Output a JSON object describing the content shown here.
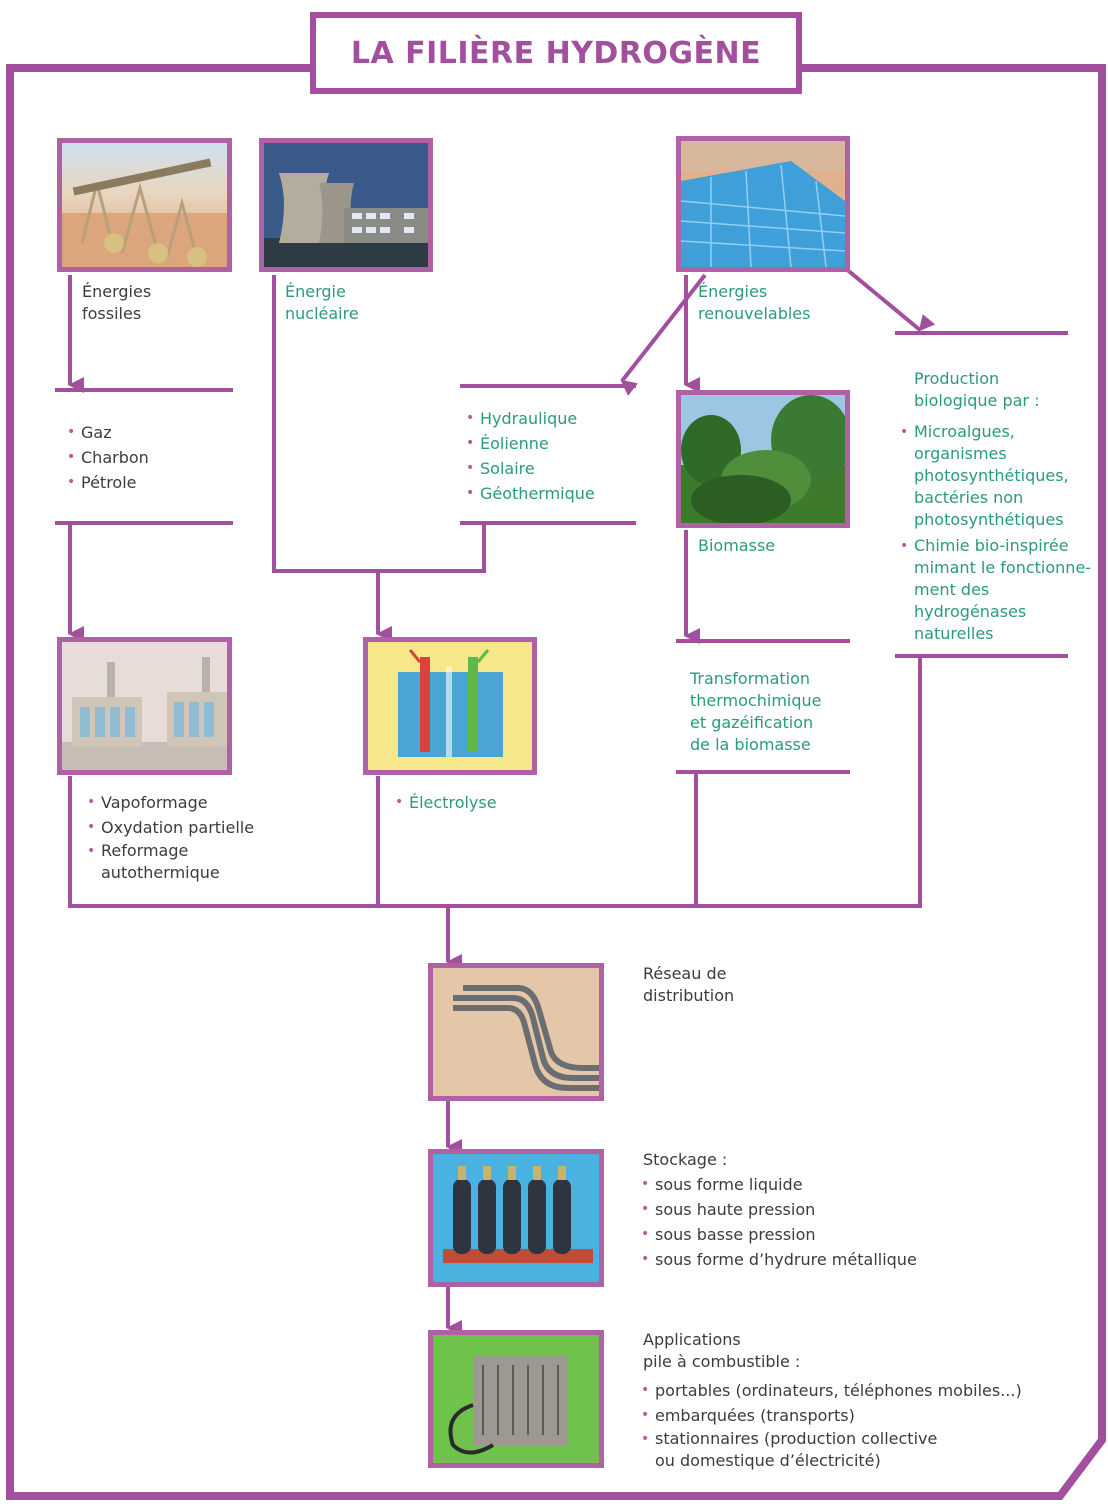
{
  "title": "LA FILIÈRE HYDROGÈNE",
  "colors": {
    "frame": "#a24f9e",
    "accent_text": "#2a9a7e",
    "body_text": "#3c3c3c",
    "bullet": "#c0569e"
  },
  "sources": {
    "fossiles": {
      "label": "Énergies\nfossiles",
      "icon": "oil-pump-image"
    },
    "nucleaire": {
      "label": "Énergie\nnucléaire",
      "icon": "nuclear-plant-image"
    },
    "renouvelables": {
      "label": "Énergies\nrenouvelables",
      "icon": "solar-panels-image"
    }
  },
  "fossil_resources": [
    "Gaz",
    "Charbon",
    "Pétrole"
  ],
  "renewable_types": [
    "Hydraulique",
    "Éolienne",
    "Solaire",
    "Géothermique"
  ],
  "biomasse": {
    "label": "Biomasse",
    "icon": "forest-image"
  },
  "bio_production": {
    "heading": "Production\nbiologique par :",
    "items": [
      "Microalgues,\norganismes\nphotosynthétiques,\nbactéries non\nphotosynthétiques",
      "Chimie bio-inspirée\nmimant le fonctionne-\nment des hydrogénases\nnaturelles"
    ]
  },
  "fossil_processes": [
    "Vapoformage",
    "Oxydation partielle",
    "Reformage\nautothermique"
  ],
  "electrolyse": {
    "label": "Électrolyse",
    "icon": "electrolysis-cell-image"
  },
  "transformation": {
    "label": "Transformation\nthermochimique\net gazéification\nde la biomasse"
  },
  "reseau": {
    "label": "Réseau de\ndistribution",
    "icon": "pipeline-image"
  },
  "stockage": {
    "heading": "Stockage :",
    "items": [
      "sous forme liquide",
      "sous haute pression",
      "sous basse pression",
      "sous forme d’hydrure métallique"
    ],
    "icon": "gas-cylinders-image"
  },
  "applications": {
    "heading": "Applications\npile à combustible :",
    "items": [
      "portables (ordinateurs, téléphones mobiles...)",
      "embarquées (transports)",
      "stationnaires (production collective\nou domestique d’électricité)"
    ],
    "icon": "fuel-cell-image"
  }
}
